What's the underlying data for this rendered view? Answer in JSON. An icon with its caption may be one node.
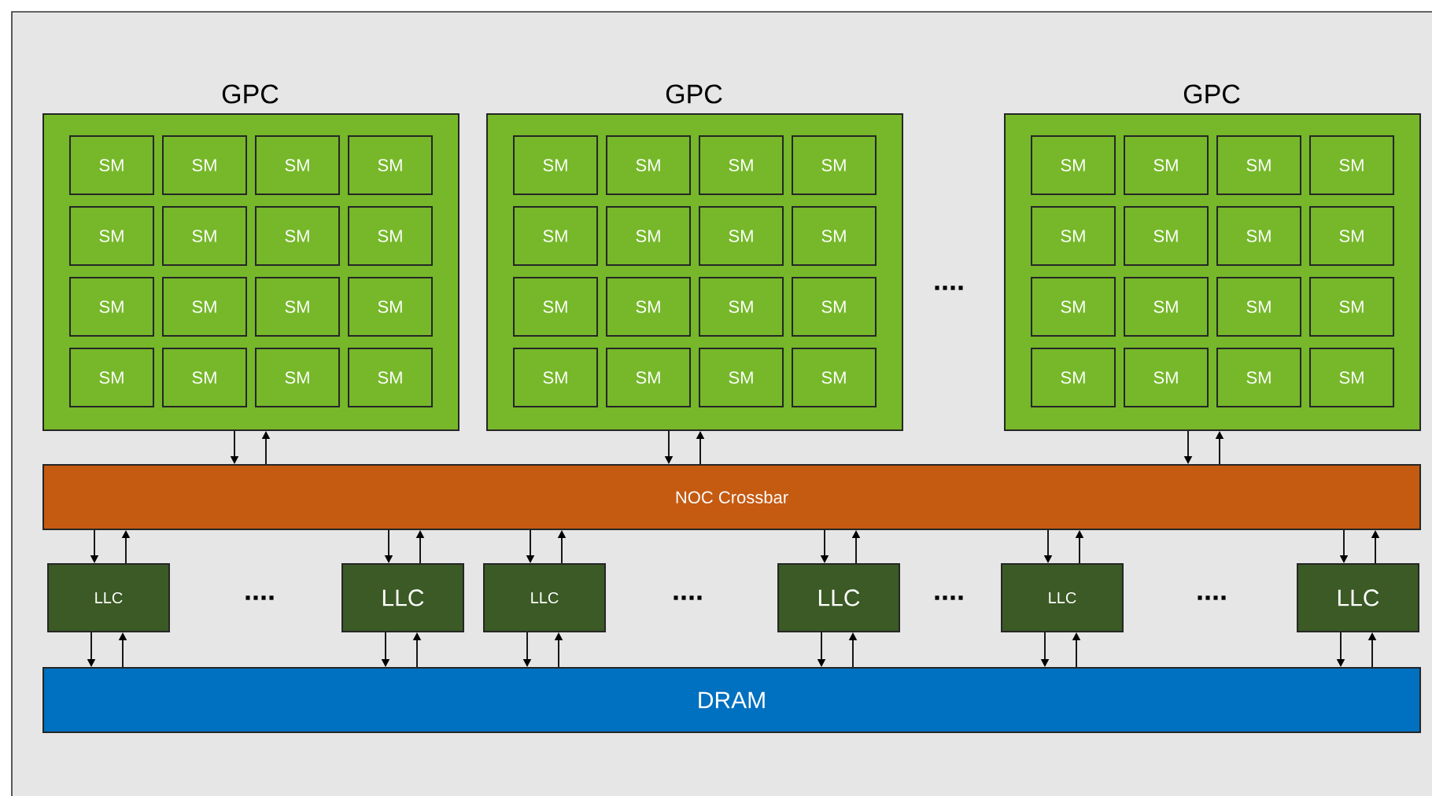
{
  "diagram": {
    "nodes": [
      {
        "text": [
          "GPC"
        ]
      },
      {
        "text": [
          "SM"
        ],
        "in": 0
      },
      {
        "text": [
          "SM"
        ],
        "in": 0
      },
      {
        "text": [
          "SM"
        ],
        "in": 0
      },
      {
        "text": [
          "SM"
        ],
        "in": 0
      },
      {
        "text": [
          "SM"
        ],
        "in": 0
      },
      {
        "text": [
          "SM"
        ],
        "in": 0
      },
      {
        "text": [
          "SM"
        ],
        "in": 0
      },
      {
        "text": [
          "SM"
        ],
        "in": 0
      },
      {
        "text": [
          "SM"
        ],
        "in": 0
      },
      {
        "text": [
          "SM"
        ],
        "in": 0
      },
      {
        "text": [
          "SM"
        ],
        "in": 0
      },
      {
        "text": [
          "SM"
        ],
        "in": 0
      },
      {
        "text": [
          "SM"
        ],
        "in": 0
      },
      {
        "text": [
          "SM"
        ],
        "in": 0
      },
      {
        "text": [
          "SM"
        ],
        "in": 0
      },
      {
        "text": [
          "SM"
        ],
        "in": 0
      },
      {
        "text": [
          "GPC"
        ]
      },
      {
        "text": [
          "SM"
        ],
        "in": 17
      },
      {
        "text": [
          "SM"
        ],
        "in": 17
      },
      {
        "text": [
          "SM"
        ],
        "in": 17
      },
      {
        "text": [
          "SM"
        ],
        "in": 17
      },
      {
        "text": [
          "SM"
        ],
        "in": 17
      },
      {
        "text": [
          "SM"
        ],
        "in": 17
      },
      {
        "text": [
          "SM"
        ],
        "in": 17
      },
      {
        "text": [
          "SM"
        ],
        "in": 17
      },
      {
        "text": [
          "SM"
        ],
        "in": 17
      },
      {
        "text": [
          "SM"
        ],
        "in": 17
      },
      {
        "text": [
          "SM"
        ],
        "in": 17
      },
      {
        "text": [
          "SM"
        ],
        "in": 17
      },
      {
        "text": [
          "SM"
        ],
        "in": 17
      },
      {
        "text": [
          "SM"
        ],
        "in": 17
      },
      {
        "text": [
          "SM"
        ],
        "in": 17
      },
      {
        "text": [
          "SM"
        ],
        "in": 17
      },
      {
        "text": [
          "GPC"
        ]
      },
      {
        "text": [
          "SM"
        ],
        "in": 34
      },
      {
        "text": [
          "SM"
        ],
        "in": 34
      },
      {
        "text": [
          "SM"
        ],
        "in": 34
      },
      {
        "text": [
          "SM"
        ],
        "in": 34
      },
      {
        "text": [
          "SM"
        ],
        "in": 34
      },
      {
        "text": [
          "SM"
        ],
        "in": 34
      },
      {
        "text": [
          "SM"
        ],
        "in": 34
      },
      {
        "text": [
          "SM"
        ],
        "in": 34
      },
      {
        "text": [
          "SM"
        ],
        "in": 34
      },
      {
        "text": [
          "SM"
        ],
        "in": 34
      },
      {
        "text": [
          "SM"
        ],
        "in": 34
      },
      {
        "text": [
          "SM"
        ],
        "in": 34
      },
      {
        "text": [
          "SM"
        ],
        "in": 34
      },
      {
        "text": [
          "SM"
        ],
        "in": 34
      },
      {
        "text": [
          "SM"
        ],
        "in": 34
      },
      {
        "text": [
          "SM"
        ],
        "in": 34
      },
      {
        "text": [
          "NOC Crossbar"
        ]
      },
      {
        "text": [
          "LLC"
        ]
      },
      {
        "text": [
          "LLC"
        ]
      },
      {
        "text": [
          "LLC"
        ]
      },
      {
        "text": [
          "LLC"
        ]
      },
      {
        "text": [
          "LLC"
        ]
      },
      {
        "text": [
          "LLC"
        ]
      },
      {
        "text": [
          "DRAM"
        ]
      }
    ],
    "edges": [
      {
        "from": 0,
        "to": 51,
        "arrow": "to"
      },
      {
        "from": 51,
        "to": 0,
        "arrow": "to"
      },
      {
        "from": 17,
        "to": 51,
        "arrow": "to"
      },
      {
        "from": 51,
        "to": 17,
        "arrow": "to"
      },
      {
        "from": 34,
        "to": 51,
        "arrow": "to"
      },
      {
        "from": 51,
        "to": 34,
        "arrow": "to"
      },
      {
        "from": 51,
        "to": 52,
        "arrow": "to"
      },
      {
        "from": 52,
        "to": 51,
        "arrow": "to"
      },
      {
        "from": 52,
        "to": 58,
        "arrow": "to"
      },
      {
        "from": 58,
        "to": 52,
        "arrow": "to"
      },
      {
        "from": 51,
        "to": 53,
        "arrow": "to"
      },
      {
        "from": 53,
        "to": 51,
        "arrow": "to"
      },
      {
        "from": 53,
        "to": 58,
        "arrow": "to"
      },
      {
        "from": 58,
        "to": 53,
        "arrow": "to"
      },
      {
        "from": 51,
        "to": 54,
        "arrow": "to"
      },
      {
        "from": 54,
        "to": 51,
        "arrow": "to"
      },
      {
        "from": 54,
        "to": 58,
        "arrow": "to"
      },
      {
        "from": 58,
        "to": 54,
        "arrow": "to"
      },
      {
        "from": 51,
        "to": 55,
        "arrow": "to"
      },
      {
        "from": 55,
        "to": 51,
        "arrow": "to"
      },
      {
        "from": 55,
        "to": 58,
        "arrow": "to"
      },
      {
        "from": 58,
        "to": 55,
        "arrow": "to"
      },
      {
        "from": 51,
        "to": 56,
        "arrow": "to"
      },
      {
        "from": 56,
        "to": 51,
        "arrow": "to"
      },
      {
        "from": 56,
        "to": 58,
        "arrow": "to"
      },
      {
        "from": 58,
        "to": 56,
        "arrow": "to"
      },
      {
        "from": 51,
        "to": 57,
        "arrow": "to"
      },
      {
        "from": 57,
        "to": 51,
        "arrow": "to"
      },
      {
        "from": 57,
        "to": 58,
        "arrow": "to"
      },
      {
        "from": 58,
        "to": 57,
        "arrow": "to"
      }
    ],
    "labels": [
      "....",
      "....",
      "....",
      "....",
      "...."
    ]
  }
}
